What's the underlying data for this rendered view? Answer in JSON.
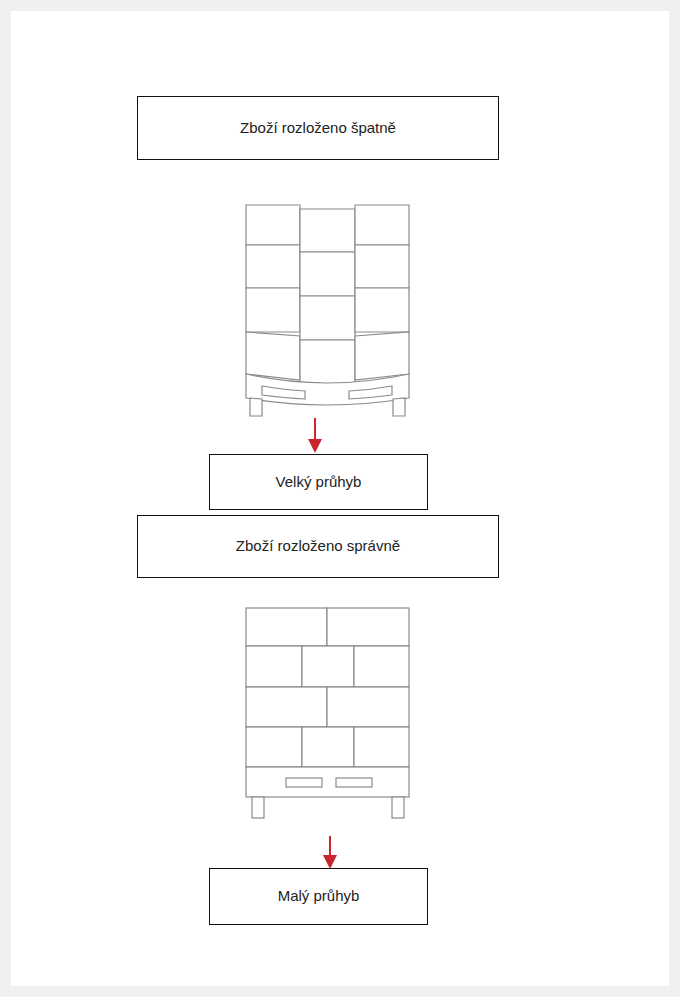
{
  "diagram": {
    "nodes": [
      {
        "text": [
          "Zboží rozloženo špatně"
        ]
      },
      {
        "text": [
          "Velký průhyb"
        ]
      },
      {
        "text": [
          "Zboží rozloženo správně"
        ]
      },
      {
        "text": [
          "Malý průhyb"
        ]
      }
    ]
  }
}
